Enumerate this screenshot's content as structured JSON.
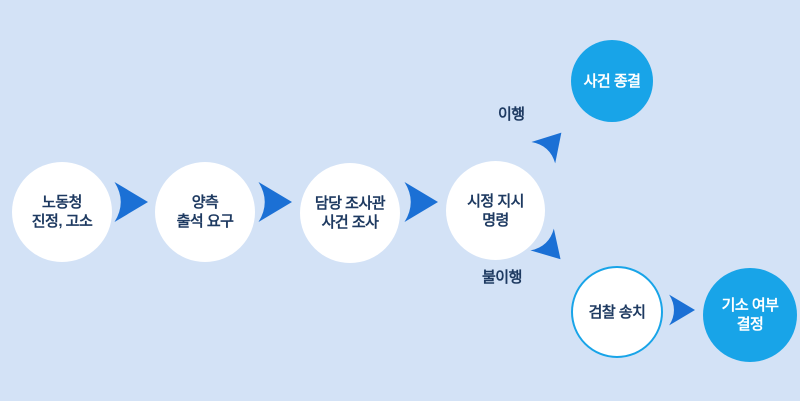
{
  "flowchart": {
    "background_color": "#d3e2f6",
    "arrow_color": "#1b70d5",
    "cyan_color": "#18a4e8",
    "text_color": "#1e3a61",
    "nodes": {
      "labor_complaint": {
        "line1": "노동청",
        "line2": "진정, 고소"
      },
      "attendance_request": {
        "line1": "양측",
        "line2": "출석 요구"
      },
      "investigation": {
        "line1": "담당 조사관",
        "line2": "사건 조사"
      },
      "corrective_order": {
        "line1": "시정 지시",
        "line2": "명령"
      },
      "case_closed": {
        "line1": "사건 종결"
      },
      "prosecution_referral": {
        "line1": "검찰 송치"
      },
      "indictment_decision": {
        "line1": "기소 여부",
        "line2": "결정"
      }
    },
    "labels": {
      "compliance": "이행",
      "noncompliance": "불이행"
    }
  }
}
